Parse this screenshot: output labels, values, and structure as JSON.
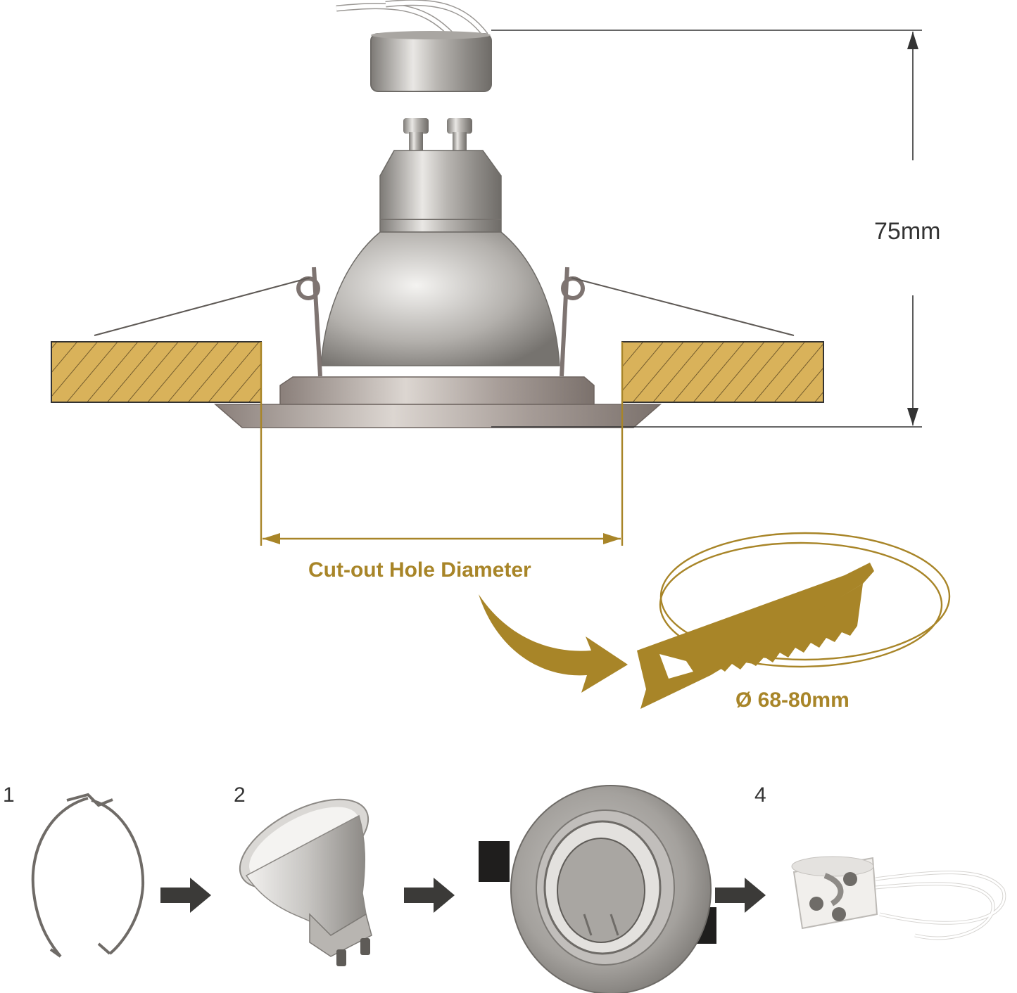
{
  "dimensions": {
    "height_label": "75mm",
    "cutout_label": "Cut-out Hole Diameter",
    "diameter_label": "Ø 68-80mm"
  },
  "steps": [
    {
      "number": "1",
      "part": "retaining spring clip"
    },
    {
      "number": "2",
      "part": "GU10 bulb"
    },
    {
      "number": "",
      "part": "tilting downlight frame"
    },
    {
      "number": "4",
      "part": "GU10 ceramic lamp holder"
    }
  ],
  "colors": {
    "gold": "#a88528",
    "wood": "#d9b25a",
    "metal_dark": "#7a7773",
    "metal_light": "#e6e4e1",
    "line": "#333333"
  }
}
